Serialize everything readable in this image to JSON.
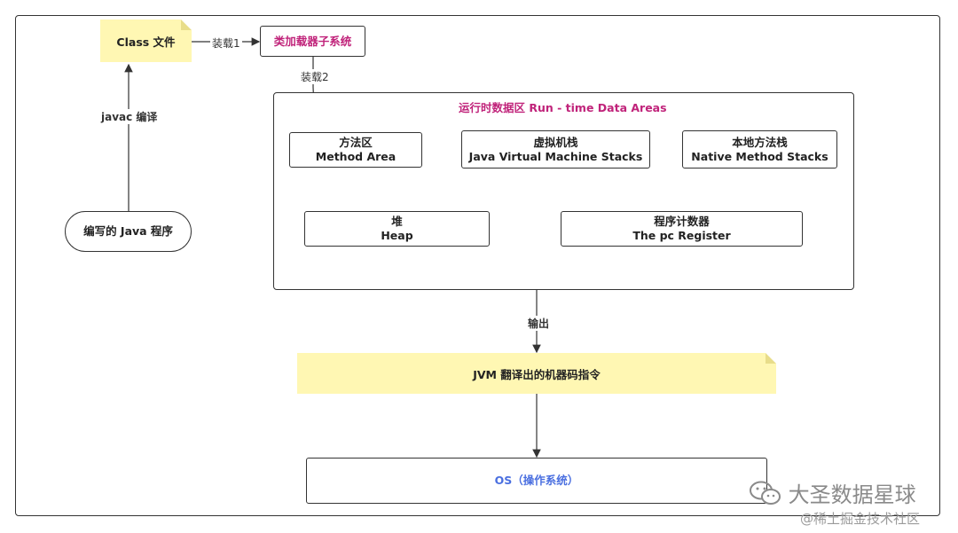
{
  "nodes": {
    "class_file": "Class 文件",
    "class_loader": "类加载器子系统",
    "java_program": "编写的 Java 程序",
    "runtime_title": "运行时数据区  Run - time Data  Areas",
    "method_area": [
      "方法区",
      "Method Area"
    ],
    "jvm_stacks": [
      "虚拟机栈",
      "Java Virtual Machine Stacks"
    ],
    "native_stacks": [
      "本地方法栈",
      "Native Method Stacks"
    ],
    "heap": [
      "堆",
      "Heap"
    ],
    "pc_register": [
      "程序计数器",
      "The pc Register"
    ],
    "jvm_output": "JVM 翻译出的机器码指令",
    "os": "OS（操作系统）"
  },
  "edges": {
    "load1": "装载1",
    "load2": "装载2",
    "javac": "javac 编译",
    "output": "输出"
  },
  "watermark": {
    "primary": "大圣数据星球",
    "secondary": "@稀土掘金技术社区"
  },
  "colors": {
    "note_fill": "#fff7b3",
    "accent_pink": "#c0237a",
    "os_blue": "#4a6fe0"
  }
}
